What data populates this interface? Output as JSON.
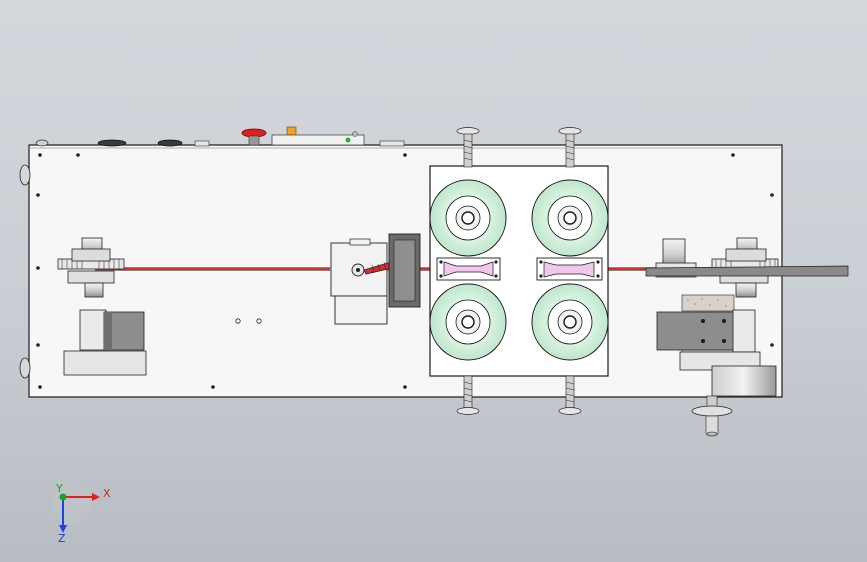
{
  "viewport": {
    "background_top": "#d4d8dd",
    "background_bottom": "#b7bcc2"
  },
  "machine": {
    "plate_color": "#f7f7f7",
    "outline_color": "#1a1a1a",
    "wire_color": "#d23030",
    "roller_color": "#cdeed8",
    "guide_color": "#f1c7ee",
    "motor_color": "#8d8d8d",
    "estop_color": "#e02020",
    "indicator_color": "#f0a020"
  },
  "triad": {
    "x_label": "X",
    "y_label": "Y",
    "z_label": "Z",
    "x_color": "#e02020",
    "y_color": "#20a020",
    "z_color": "#2040e0"
  }
}
